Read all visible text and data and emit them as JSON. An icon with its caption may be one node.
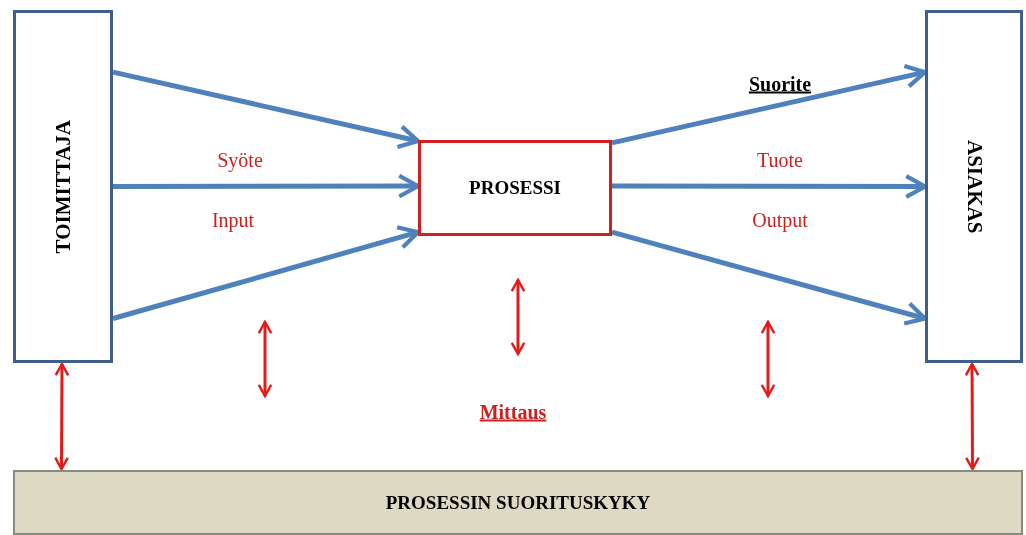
{
  "diagram": {
    "nodes": [
      {
        "text": [
          "TOIMITTAJA"
        ]
      },
      {
        "text": [
          "PROSESSI"
        ]
      },
      {
        "text": [
          "ASIAKAS"
        ]
      },
      {
        "text": [
          "PROSESSIN SUORITUSKYKY"
        ]
      }
    ],
    "edges": [
      {
        "from": 0,
        "to": 1,
        "arrow": "to"
      },
      {
        "from": 0,
        "to": 1,
        "arrow": "to"
      },
      {
        "from": 0,
        "to": 1,
        "arrow": "to"
      },
      {
        "from": 1,
        "to": 2,
        "arrow": "to"
      },
      {
        "from": 1,
        "to": 2,
        "arrow": "to"
      },
      {
        "from": 1,
        "to": 2,
        "arrow": "to"
      },
      {
        "from": 0,
        "to": 3,
        "arrow": "both",
        "color": "#e31b1b"
      },
      {
        "from": 2,
        "to": 3,
        "arrow": "both",
        "color": "#e31b1b"
      }
    ],
    "labels": [
      "Suorite",
      "Syöte",
      "Tuote",
      "Input",
      "Output",
      "Mittaus"
    ]
  }
}
